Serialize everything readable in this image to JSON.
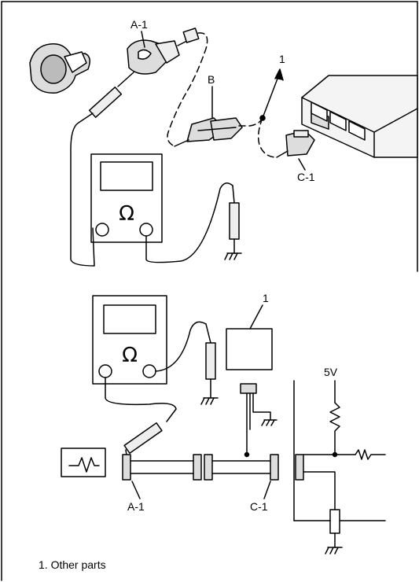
{
  "top_diagram": {
    "label_a1": "A-1",
    "label_b": "B",
    "label_1": "1",
    "label_c1": "C-1",
    "meter_symbol": "Ω"
  },
  "bottom_diagram": {
    "label_1": "1",
    "label_5v": "5V",
    "label_a1": "A-1",
    "label_c1": "C-1",
    "meter_symbol": "Ω"
  },
  "legend": {
    "item_1": "1. Other parts"
  }
}
